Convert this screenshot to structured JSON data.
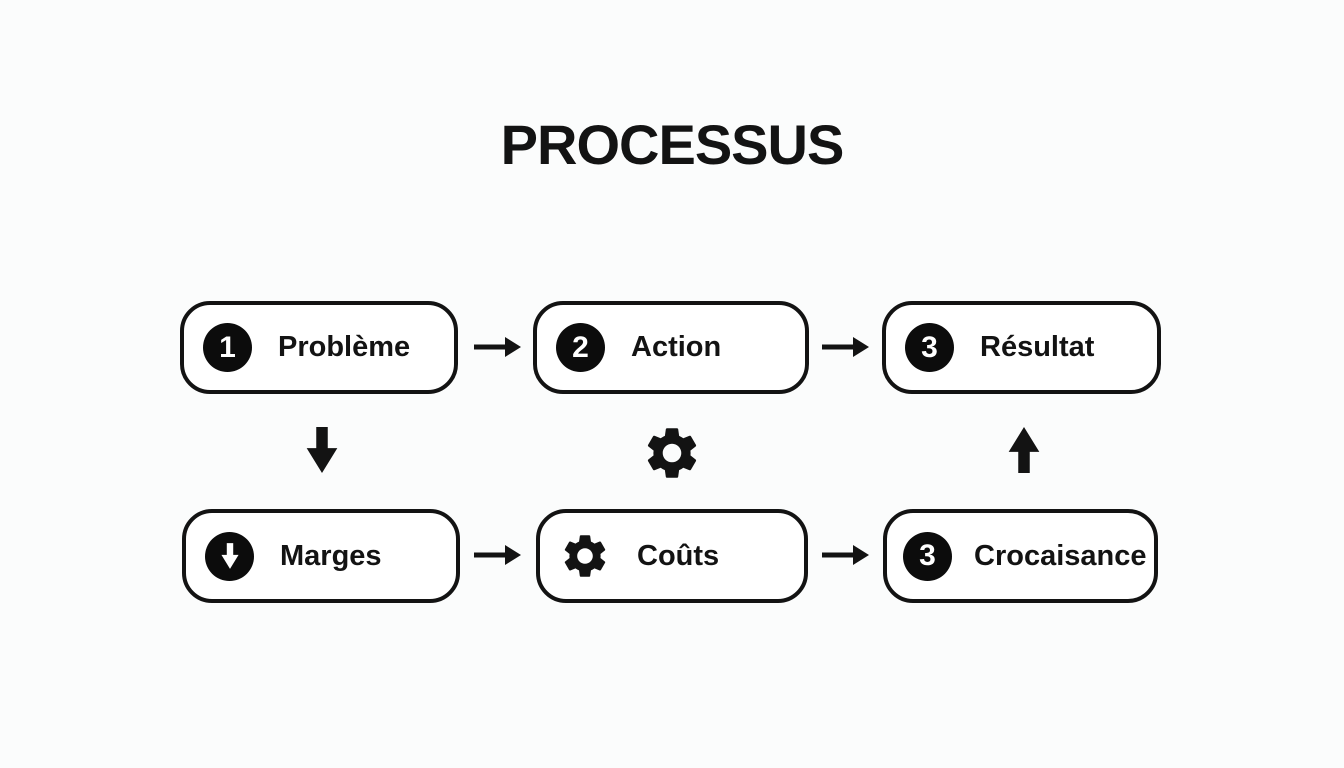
{
  "title": "PROCESSUS",
  "flow": {
    "top_row": [
      {
        "badge_number": "1",
        "label": "Problème"
      },
      {
        "badge_number": "2",
        "label": "Action"
      },
      {
        "badge_number": "3",
        "label": "Résultat"
      }
    ],
    "bottom_row": [
      {
        "badge_icon": "arrow-down",
        "label": "Marges"
      },
      {
        "badge_icon": "gear",
        "label": "Coûts"
      },
      {
        "badge_number": "3",
        "label": "Crocaisance"
      }
    ],
    "horizontal_connectors": [
      "arrow-right",
      "arrow-right",
      "arrow-right",
      "arrow-right"
    ],
    "vertical_connectors": [
      "arrow-down",
      "gear",
      "arrow-up"
    ]
  },
  "colors": {
    "background": "#fbfcfc",
    "box_background": "#ffffff",
    "ink": "#131313",
    "badge_background": "#0c0c0c",
    "badge_text": "#ffffff"
  }
}
